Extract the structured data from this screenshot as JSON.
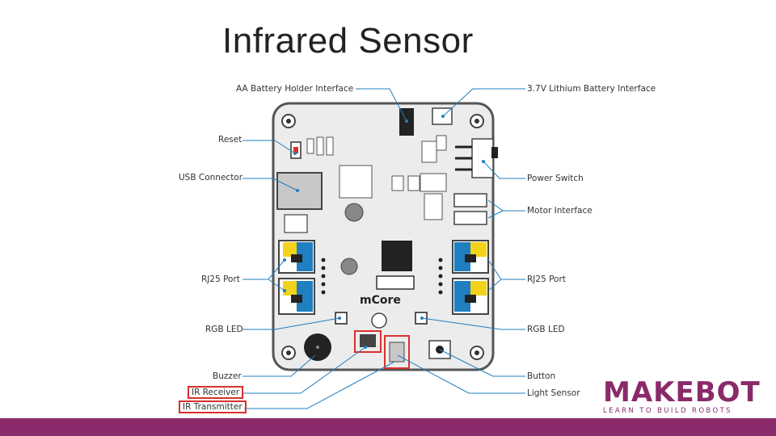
{
  "title": "Infrared  Sensor",
  "board": {
    "brand": "mCore",
    "color_board": "#ececec",
    "color_accent": "#1f7fc0",
    "color_highlight": "#d9302c"
  },
  "labels": {
    "aa_battery": "AA Battery Holder Interface",
    "lithium_battery": "3.7V Lithium Battery Interface",
    "reset": "Reset",
    "usb": "USB Connector",
    "power_switch": "Power Switch",
    "motor": "Motor Interface",
    "rj25_left": "RJ25 Port",
    "rj25_right": "RJ25 Port",
    "rgb_left": "RGB LED",
    "rgb_right": "RGB LED",
    "buzzer": "Buzzer",
    "ir_receiver": "IR Receiver",
    "ir_transmitter": "IR Transmitter",
    "button": "Button",
    "light_sensor": "Light Sensor"
  },
  "logo": {
    "name": "MAKEBOT",
    "tagline": "LEARN TO BUILD ROBOTS",
    "color": "#8a2a6a"
  }
}
